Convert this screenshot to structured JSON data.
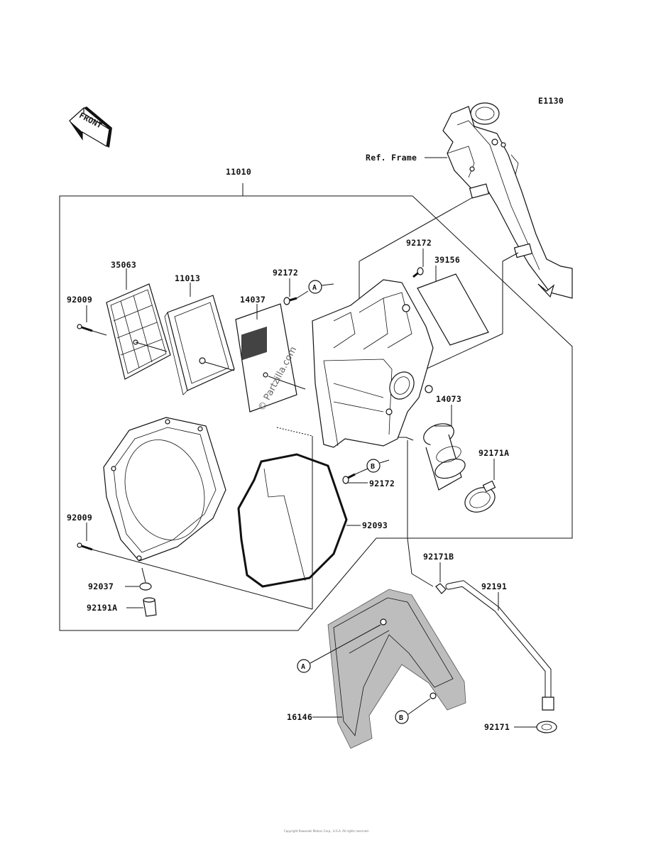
{
  "diagram_code": "E1130",
  "front_label": "FRONT",
  "ref_frame_label": "Ref. Frame",
  "watermark": "© Partzilla.com",
  "parts": {
    "p11010": "11010",
    "p35063": "35063",
    "p11013": "11013",
    "p14037": "14037",
    "p92172_a": "92172",
    "p92172_b": "92172",
    "p92172_c": "92172",
    "p39156": "39156",
    "p92009_a": "92009",
    "p92009_b": "92009",
    "p14073": "14073",
    "p92171A": "92171A",
    "p92093": "92093",
    "p92171B": "92171B",
    "p92191": "92191",
    "p92037": "92037",
    "p92191A": "92191A",
    "p16146": "16146",
    "p92171": "92171"
  },
  "callouts": {
    "a1": "A",
    "b1": "B",
    "a2": "A",
    "b2": "B"
  },
  "footer_text": "Copyright Kawasaki Motors Corp., U.S.A. All rights reserved."
}
